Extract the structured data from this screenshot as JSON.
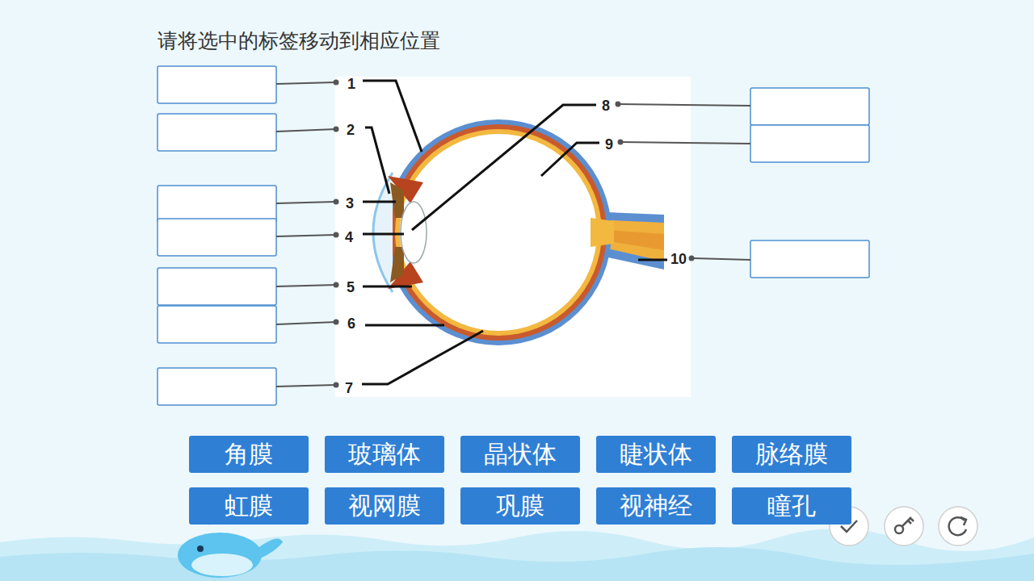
{
  "diagram": {
    "title": "请将选中的标签移动到相应位置",
    "nodes": [
      {
        "text": [
          "角膜"
        ]
      },
      {
        "text": [
          "玻璃体"
        ]
      },
      {
        "text": [
          "晶状体"
        ]
      },
      {
        "text": [
          "睫状体"
        ]
      },
      {
        "text": [
          "脉络膜"
        ]
      },
      {
        "text": [
          "虹膜"
        ]
      },
      {
        "text": [
          "视网膜"
        ]
      },
      {
        "text": [
          "巩膜"
        ]
      },
      {
        "text": [
          "视神经"
        ]
      },
      {
        "text": [
          "瞳孔"
        ]
      }
    ],
    "labels": [
      "1",
      "2",
      "3",
      "4",
      "5",
      "6",
      "7",
      "8",
      "9",
      "10"
    ]
  }
}
